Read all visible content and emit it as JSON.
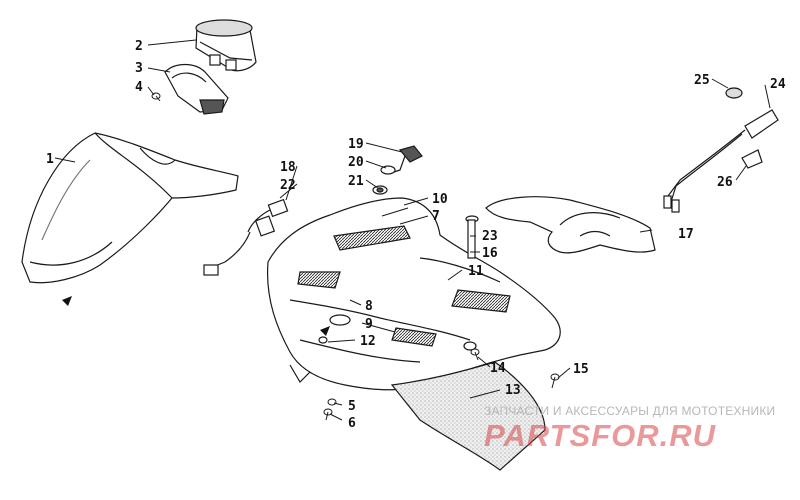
{
  "callouts": [
    "1",
    "2",
    "3",
    "4",
    "5",
    "6",
    "7",
    "8",
    "9",
    "10",
    "11",
    "12",
    "13",
    "14",
    "15",
    "16",
    "17",
    "18",
    "19",
    "20",
    "21",
    "22",
    "23",
    "24",
    "25",
    "26"
  ],
  "watermark": {
    "subtitle": "ЗАПЧАСТИ И АКСЕССУАРЫ ДЛЯ МОТОТЕХНИКИ",
    "logo": "PARTSFOR.RU"
  },
  "colors": {
    "line": "#1a1a1a",
    "panel": "#ffffff",
    "shade": "#d9d9d9",
    "watermark_red": "#d74646"
  }
}
